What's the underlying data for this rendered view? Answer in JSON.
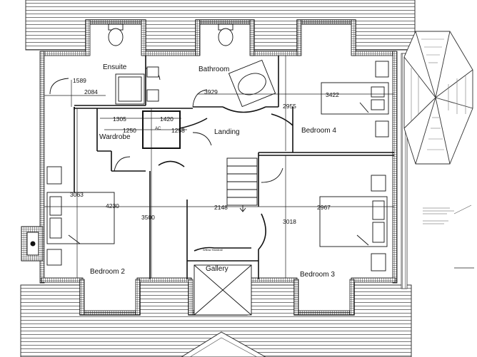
{
  "rooms": {
    "ensuite": "Ensuite",
    "bathroom": "Bathroom",
    "wardrobe": "Wardrobe",
    "landing": "Landing",
    "bedroom4": "Bedroom 4",
    "bedroom2": "Bedroom 2",
    "bedroom3": "Bedroom 3",
    "gallery": "Gallery"
  },
  "dimensions": {
    "d1589": "1589",
    "d2084": "2084",
    "d3929": "3929",
    "d3422": "3422",
    "d2955": "2955",
    "d1305": "1305",
    "d1250": "1250",
    "d1258": "1258",
    "d1420": "1420",
    "d4230": "4230",
    "d2148": "2148",
    "d2967": "2967",
    "d3500": "3500",
    "d3018": "3018",
    "d3063": "3063"
  },
  "labels": {
    "handrail": "Willow Handrail",
    "airing": "AC"
  }
}
